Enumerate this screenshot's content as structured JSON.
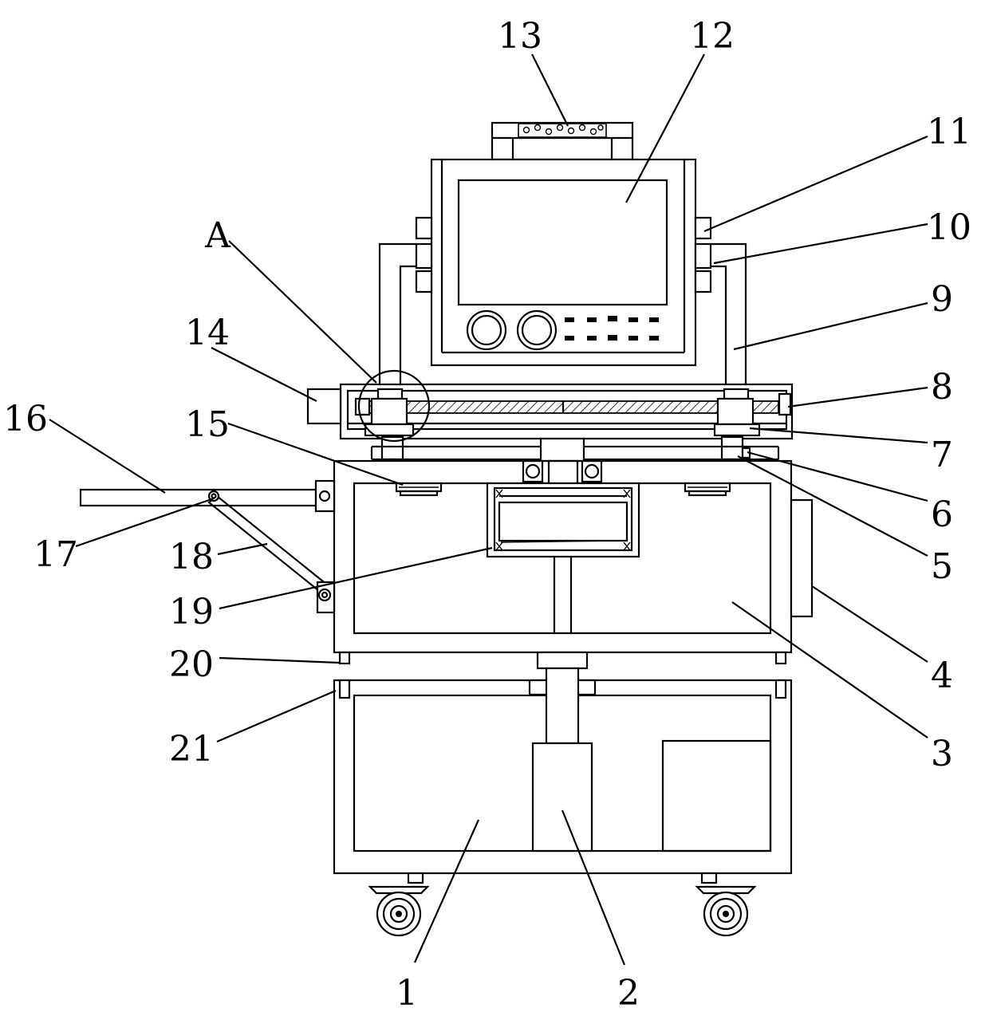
{
  "labels": {
    "l1": "1",
    "l2": "2",
    "l3": "3",
    "l4": "4",
    "l5": "5",
    "l6": "6",
    "l7": "7",
    "l8": "8",
    "l9": "9",
    "l10": "10",
    "l11": "11",
    "l12": "12",
    "l13": "13",
    "l14": "14",
    "l15": "15",
    "l16": "16",
    "l17": "17",
    "l18": "18",
    "l19": "19",
    "l20": "20",
    "l21": "21",
    "lA": "A"
  }
}
